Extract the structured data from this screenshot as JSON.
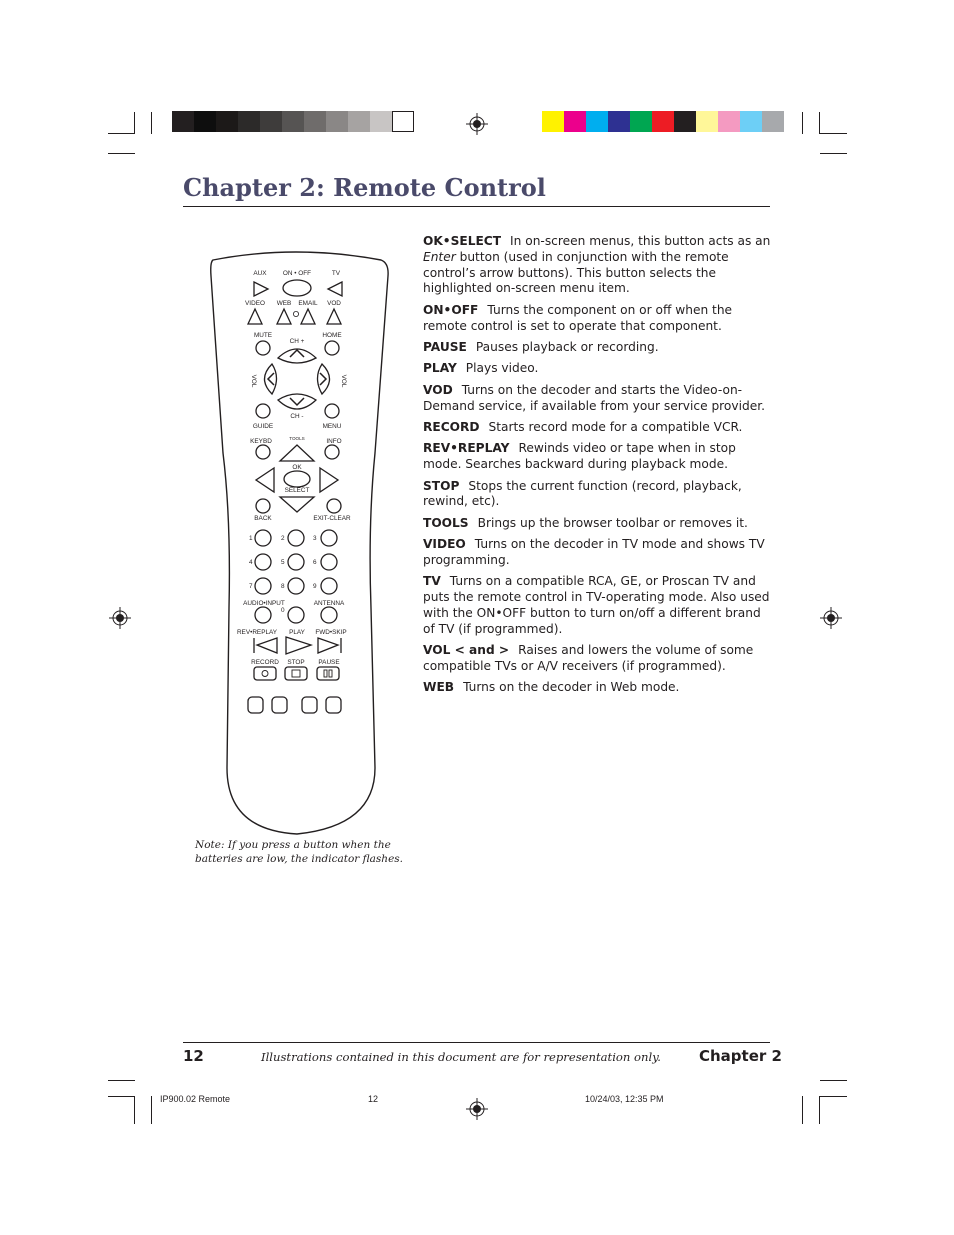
{
  "page": {
    "chapter_title": "Chapter 2: Remote Control",
    "note": "Note:  If you press a button when the batteries are low, the indicator flashes.",
    "footer": {
      "page_number": "12",
      "disclaimer": "Illustrations contained in this document are for representation only.",
      "chapter_label": "Chapter 2"
    },
    "slug": {
      "file": "IP900.02 Remote",
      "page": "12",
      "date": "10/24/03, 12:35 PM"
    }
  },
  "colors": {
    "gray_bar": [
      "#231f20",
      "#0e0e0e",
      "#1c1918",
      "#2c2a29",
      "#3e3c3b",
      "#565453",
      "#6f6c6b",
      "#8a8786",
      "#a6a3a2",
      "#c8c5c4",
      "#ffffff"
    ],
    "color_bar": [
      "#fff200",
      "#ec008c",
      "#00aeef",
      "#2e3192",
      "#00a651",
      "#ed1c24",
      "#231f20",
      "#fff799",
      "#f49ac1",
      "#6dcff6",
      "#a7a9ac"
    ]
  },
  "remote": {
    "labels": {
      "aux": "AUX",
      "onoff": "ON • OFF",
      "tv": "TV",
      "video": "VIDEO",
      "web": "WEB",
      "email": "EMAIL",
      "vod": "VOD",
      "mute": "MUTE",
      "home": "HOME",
      "chup": "CH +",
      "vol_l": "VOL",
      "vol_r": "VOL",
      "chdn": "CH -",
      "guide": "GUIDE",
      "menu": "MENU",
      "keybd": "KEYBD",
      "info": "INFO",
      "tools": "TOOLS",
      "ok": "OK",
      "select": "SELECT",
      "back": "BACK",
      "exitclear": "EXIT-CLEAR",
      "n1": "1",
      "n2": "2",
      "n3": "3",
      "n4": "4",
      "n5": "5",
      "n6": "6",
      "n7": "7",
      "n8": "8",
      "n9": "9",
      "n0": "0",
      "audioinput": "AUDIO•INPUT",
      "antenna": "ANTENNA",
      "revreplay": "REV•REPLAY",
      "play": "PLAY",
      "fwdskip": "FWD•SKIP",
      "record": "RECORD",
      "stop": "STOP",
      "pause": "PAUSE"
    }
  },
  "descriptions": [
    {
      "term": "OK•SELECT",
      "pre": "In on-screen menus, this button acts as an ",
      "em": "Enter",
      "post": " button (used in conjunction with the remote control’s arrow buttons). This button selects the highlighted on-screen menu item."
    },
    {
      "term": "ON•OFF",
      "pre": "Turns the component on or off when the remote control is set to operate that component.",
      "em": "",
      "post": ""
    },
    {
      "term": "PAUSE",
      "pre": "Pauses playback or recording.",
      "em": "",
      "post": ""
    },
    {
      "term": "PLAY",
      "pre": "Plays video.",
      "em": "",
      "post": ""
    },
    {
      "term": "VOD",
      "pre": "Turns on the decoder and starts the Video-on-Demand service, if available from your service provider.",
      "em": "",
      "post": ""
    },
    {
      "term": "RECORD",
      "pre": "Starts record mode for a compatible VCR.",
      "em": "",
      "post": ""
    },
    {
      "term": "REV•REPLAY",
      "pre": "Rewinds video or tape when in stop mode. Searches backward during playback mode.",
      "em": "",
      "post": ""
    },
    {
      "term": "STOP",
      "pre": "Stops the current function (record, playback, rewind, etc).",
      "em": "",
      "post": ""
    },
    {
      "term": "TOOLS",
      "pre": "Brings up the browser toolbar or removes it.",
      "em": "",
      "post": ""
    },
    {
      "term": "VIDEO",
      "pre": "Turns on the decoder in TV mode and shows TV programming.",
      "em": "",
      "post": ""
    },
    {
      "term": "TV",
      "pre": "Turns on a compatible RCA, GE, or Proscan TV and puts the remote control in TV-operating mode. Also used with the ON•OFF button to turn on/off a different brand of TV (if programmed).",
      "em": "",
      "post": ""
    },
    {
      "term": "VOL < and >",
      "pre": "Raises and lowers the volume of some compatible TVs or A/V receivers (if programmed).",
      "em": "",
      "post": ""
    },
    {
      "term": "WEB",
      "pre": "Turns on the decoder in Web mode.",
      "em": "",
      "post": ""
    }
  ]
}
